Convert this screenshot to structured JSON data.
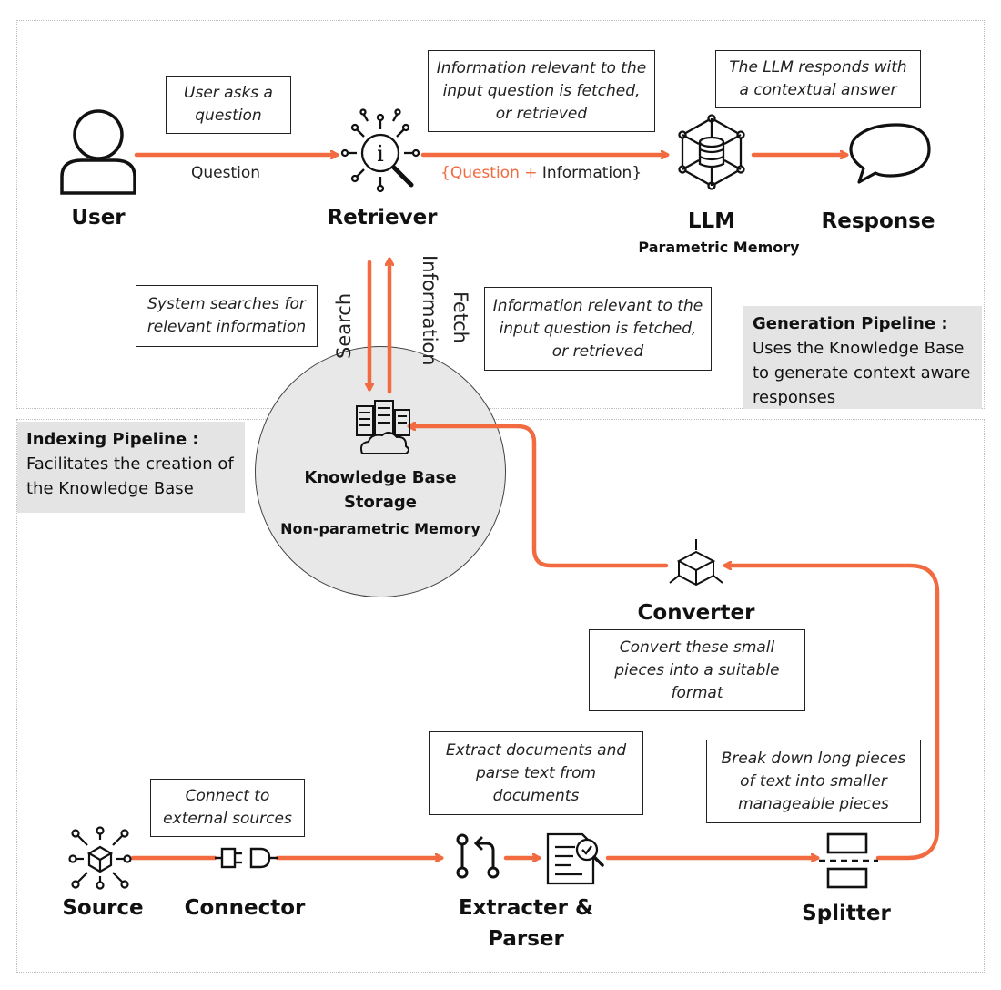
{
  "nodes": {
    "user": "User",
    "retriever": "Retriever",
    "llm": "LLM",
    "llm_sub": "Parametric Memory",
    "response": "Response",
    "kb_line1": "Knowledge Base",
    "kb_line2": "Storage",
    "kb_sub": "Non-parametric Memory",
    "converter": "Converter",
    "source": "Source",
    "connector": "Connector",
    "extracter_line1": "Extracter &",
    "extracter_line2": "Parser",
    "splitter": "Splitter"
  },
  "edges": {
    "question": "Question",
    "q_open": "{Question ",
    "q_plus": "+",
    "q_close": " Information}",
    "search": "Search",
    "fetch": "Fetch",
    "information": "Information"
  },
  "notes": {
    "user_asks": "User asks a question",
    "info_fetched_top": "Information relevant to the input question is fetched, or retrieved",
    "llm_responds": "The LLM responds with a contextual answer",
    "system_searches": "System searches for relevant information",
    "info_fetched_mid": "Information relevant to the input question is fetched, or retrieved",
    "convert": "Convert these small pieces into a suitable format",
    "extract": "Extract documents and parse text from documents",
    "break_down": "Break down long pieces of text into smaller manageable pieces",
    "connect": "Connect to external sources"
  },
  "pipelines": {
    "generation_title": "Generation Pipeline :",
    "generation_desc": "Uses the Knowledge Base to generate context aware responses",
    "indexing_title": "Indexing Pipeline :",
    "indexing_desc": "Facilitates the creation of the Knowledge Base"
  },
  "colors": {
    "accent": "#f26a3f",
    "panel": "#e4e4e4",
    "circle": "#e8e8e8",
    "ink": "#111111"
  }
}
